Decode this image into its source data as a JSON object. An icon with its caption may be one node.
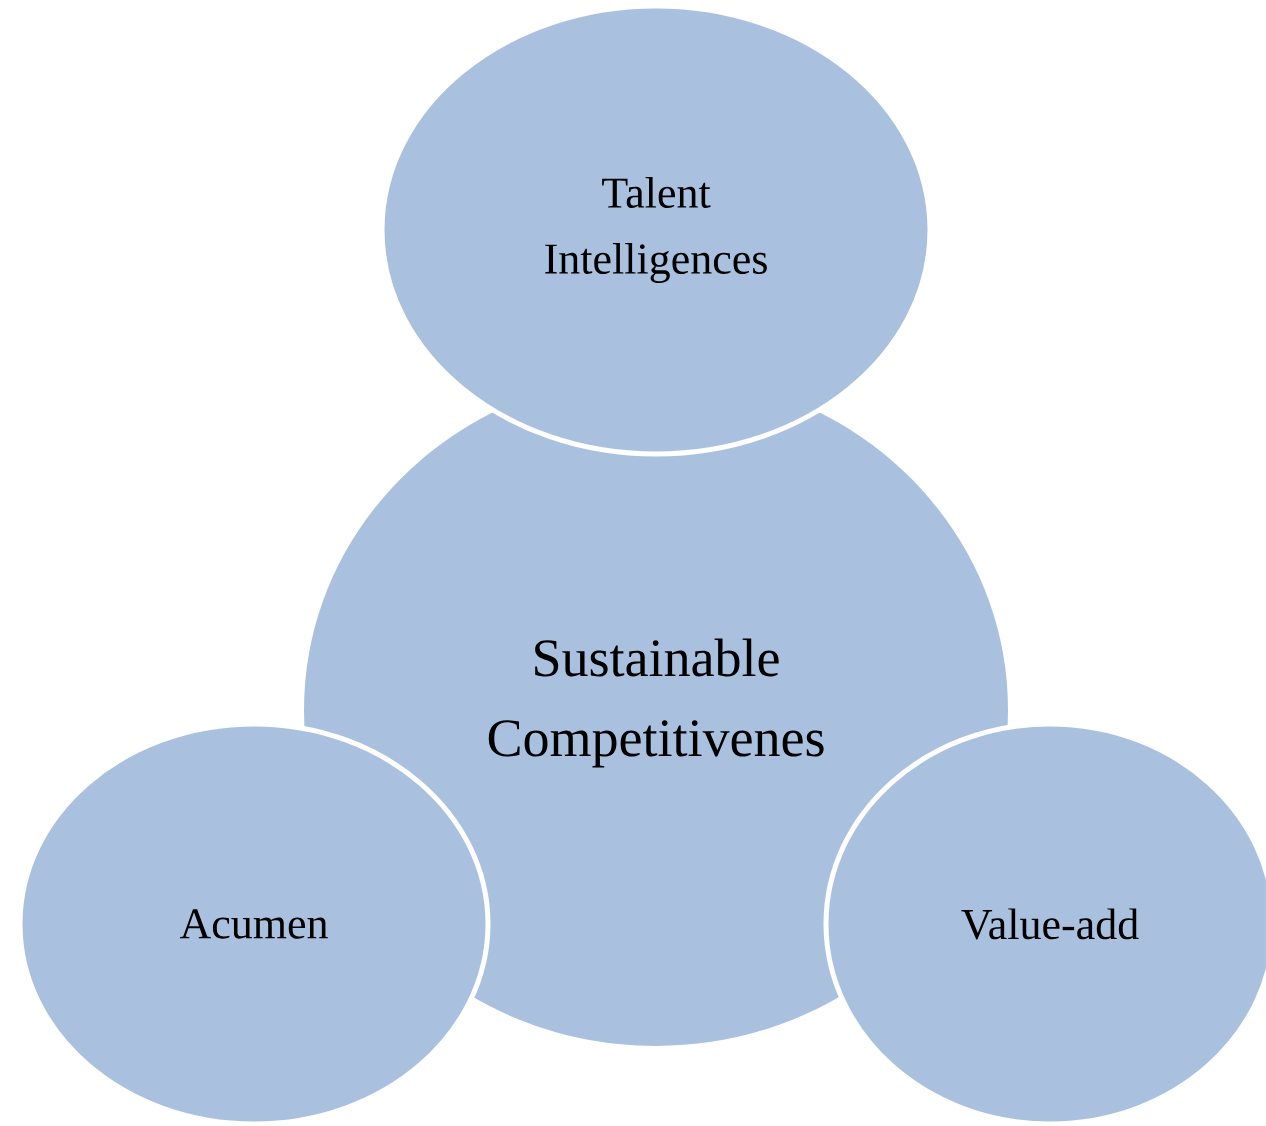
{
  "diagram": {
    "nodes": [
      {
        "text": [
          "Talent Intelligences"
        ]
      },
      {
        "text": [
          "Sustainable Competitivenes"
        ]
      },
      {
        "text": [
          "Acumen"
        ]
      },
      {
        "text": [
          "Value-add"
        ]
      }
    ]
  }
}
